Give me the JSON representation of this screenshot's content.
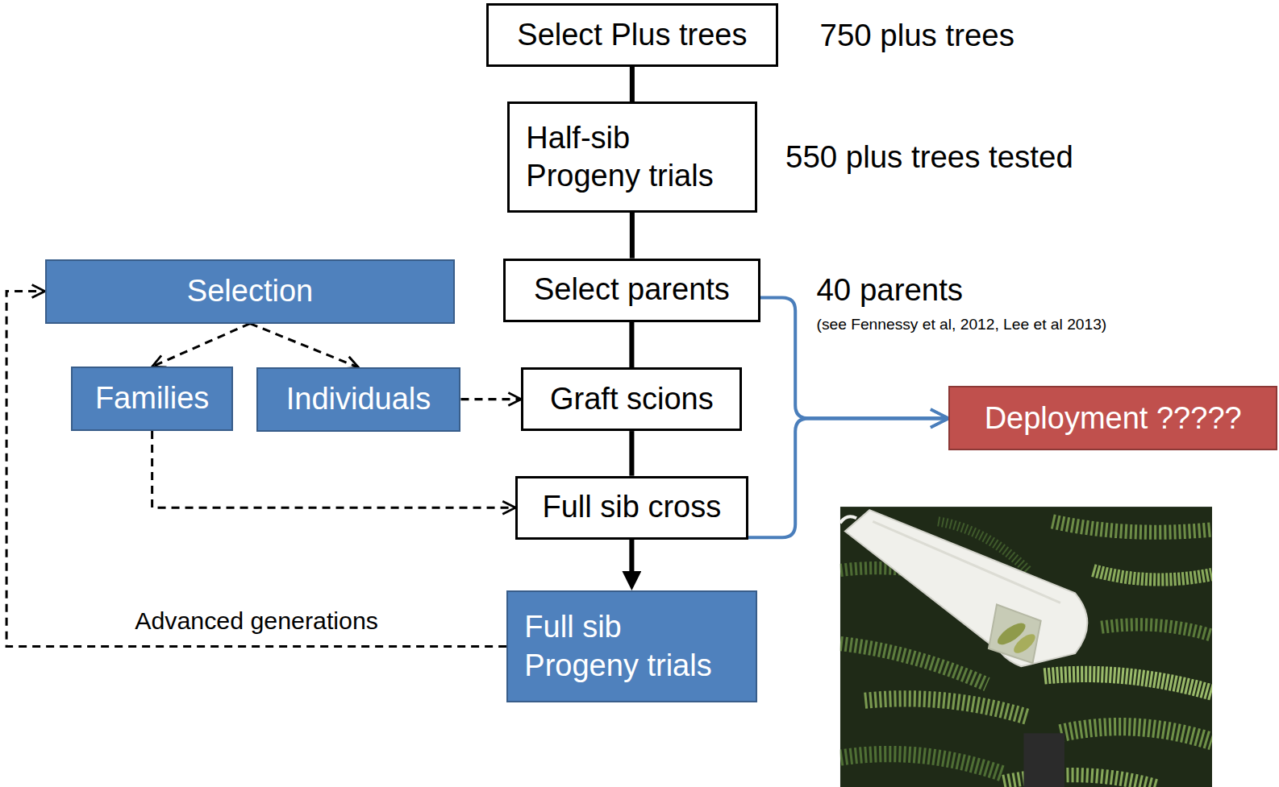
{
  "diagram": {
    "nodes": [
      {
        "text": [
          "Select Plus trees"
        ]
      },
      {
        "text": [
          "Half-sib Progeny trials"
        ]
      },
      {
        "text": [
          "Selection"
        ]
      },
      {
        "text": [
          "Select parents"
        ]
      },
      {
        "text": [
          "Families"
        ]
      },
      {
        "text": [
          "Individuals"
        ]
      },
      {
        "text": [
          "Graft scions"
        ]
      },
      {
        "text": [
          "Deployment ?????"
        ]
      },
      {
        "text": [
          "Full sib cross"
        ]
      },
      {
        "text": [
          "Full sib Progeny trials"
        ]
      }
    ],
    "edges": [
      {
        "from": 0,
        "to": 1,
        "arrow": "none"
      },
      {
        "from": 1,
        "to": 3,
        "arrow": "none"
      },
      {
        "from": 3,
        "to": 6,
        "arrow": "none"
      },
      {
        "from": 6,
        "to": 8,
        "arrow": "none"
      },
      {
        "from": 8,
        "to": 9,
        "arrow": "to"
      },
      {
        "from": 2,
        "to": 4,
        "arrow": "to"
      },
      {
        "from": 2,
        "to": 5,
        "arrow": "to"
      },
      {
        "from": 5,
        "to": 6,
        "arrow": "to"
      },
      {
        "from": 4,
        "to": 8,
        "arrow": "to"
      },
      {
        "from": 9,
        "to": 2,
        "label": "Advanced generations",
        "arrow": "to"
      },
      {
        "from": 3,
        "to": 7,
        "arrow": "to"
      },
      {
        "from": 8,
        "to": 7,
        "arrow": "to"
      }
    ],
    "labels": [
      "750 plus trees",
      "550 plus trees tested",
      "40 parents",
      "(see Fennessy et al, 2012, Lee et al 2013)"
    ]
  }
}
